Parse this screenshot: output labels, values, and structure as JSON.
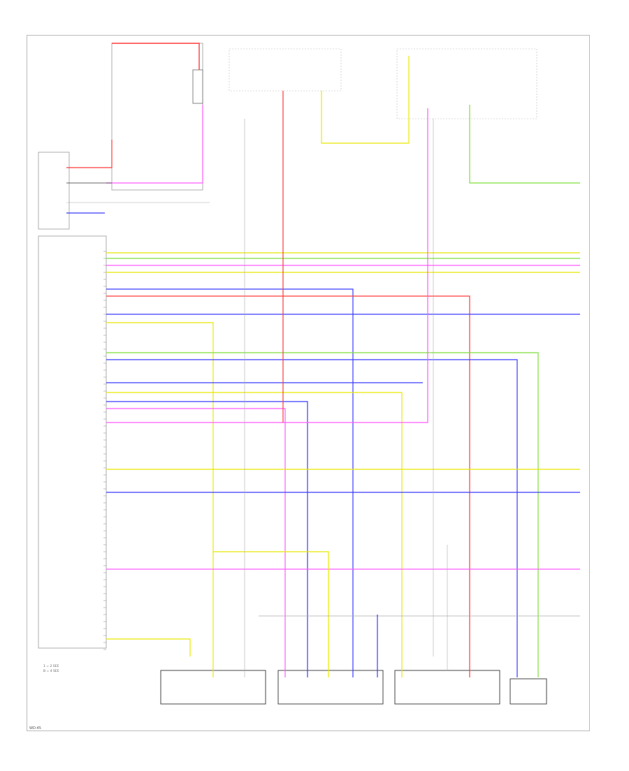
{
  "diagram": {
    "colors": {
      "red": "#ff3b3b",
      "pink": "#ff5bff",
      "blue": "#3b3bff",
      "yellow": "#e8e800",
      "green": "#7fdf3b",
      "grey": "#aaaaaa",
      "black": "#333333",
      "violet": "#9a3bd6"
    },
    "connector_labels": {
      "c1": "1 = 2 SEE",
      "c2": "B = 4 SEE"
    },
    "page_number": "WD-45"
  }
}
